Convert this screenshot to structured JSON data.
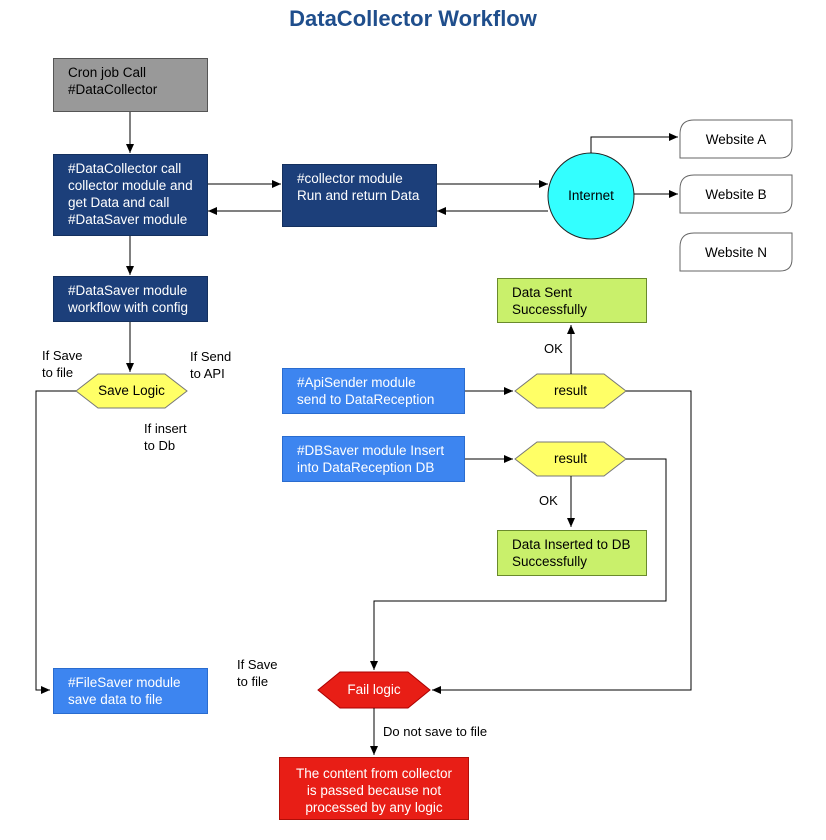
{
  "title": "DataCollector Workflow",
  "nodes": {
    "cron": "Cron job Call\n#DataCollector",
    "data_collector": "#DataCollector call\ncollector module and\nget Data and call\n#DataSaver module",
    "collector_module": "#collector module\nRun and return Data",
    "internet": "Internet",
    "website_a": "Website A",
    "website_b": "Website B",
    "website_n": "Website N",
    "data_saver": "#DataSaver module\nworkflow with config",
    "save_logic": "Save Logic",
    "api_sender": "#ApiSender module\nsend to DataReception",
    "db_saver": "#DBSaver module Insert\ninto DataReception DB",
    "result_api": "result",
    "result_db": "result",
    "data_sent": "Data Sent\nSuccessfully",
    "data_inserted": "Data Inserted to DB\nSuccessfully",
    "file_saver": "#FileSaver module\nsave data to file",
    "fail_logic": "Fail logic",
    "fail_content": "The content from collector\nis passed because not\nprocessed by any logic"
  },
  "edge_labels": {
    "if_save_to_file": "If Save\nto file",
    "if_send_to_api": "If Send\nto API",
    "if_insert_to_db": "If insert\nto Db",
    "ok_api": "OK",
    "ok_db": "OK",
    "if_save_to_file_2": "If Save\nto file",
    "do_not_save": "Do not save to file"
  },
  "colors": {
    "title": "#1f4e8c",
    "navy": "#1c3f7a",
    "blue": "#3d85f0",
    "gray": "#999999",
    "green": "#c9f06b",
    "yellow": "#ffff66",
    "red": "#e81e16",
    "cyan": "#33ffff"
  }
}
